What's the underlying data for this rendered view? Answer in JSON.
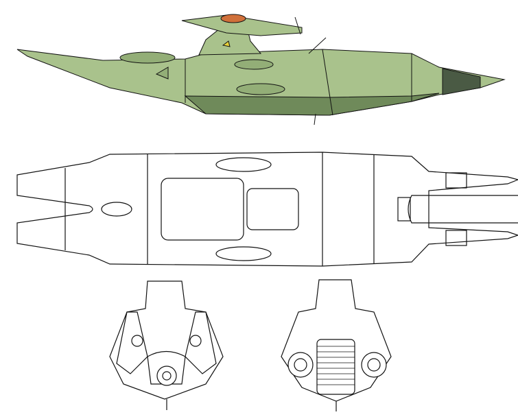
{
  "sheet": {
    "views": [
      "side-view",
      "top-view",
      "front-view",
      "rear-view"
    ],
    "colors": {
      "background": "#ffffff",
      "hull_light": "#a9c28c",
      "hull_mid": "#93ae77",
      "hull_dark": "#6f8a5a",
      "nozzle": "#4a5a44",
      "sensor_orange": "#d0703a",
      "canopy_yellow": "#e8d23a",
      "line": "#111111"
    }
  }
}
